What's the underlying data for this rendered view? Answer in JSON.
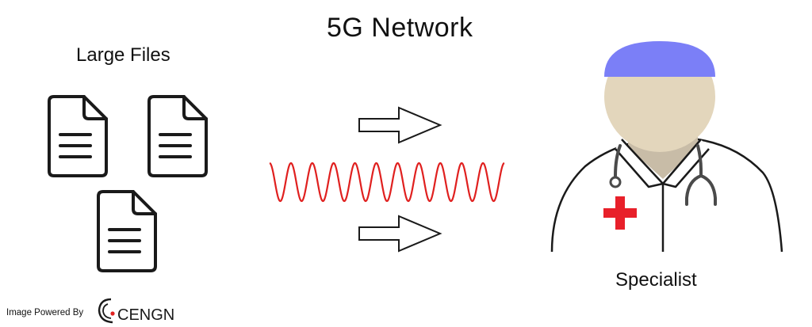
{
  "diagram": {
    "title": "5G Network",
    "files_label": "Large Files",
    "specialist_label": "Specialist",
    "file_count": 3,
    "arrow_count": 2
  },
  "footer": {
    "powered_by": "Image Powered By",
    "brand": "CENGN"
  },
  "colors": {
    "signal_wave": "#e0201f",
    "cap": "#7b7ff7",
    "face": "#e3d6bc",
    "neck": "#c8bca7",
    "medical_cross": "#e8202a",
    "outline": "#1a1a1a"
  },
  "icons": [
    "document-icon",
    "arrow-right-icon",
    "signal-wave-icon",
    "doctor-icon",
    "stethoscope-icon",
    "medical-cross-icon",
    "cengn-logo"
  ]
}
